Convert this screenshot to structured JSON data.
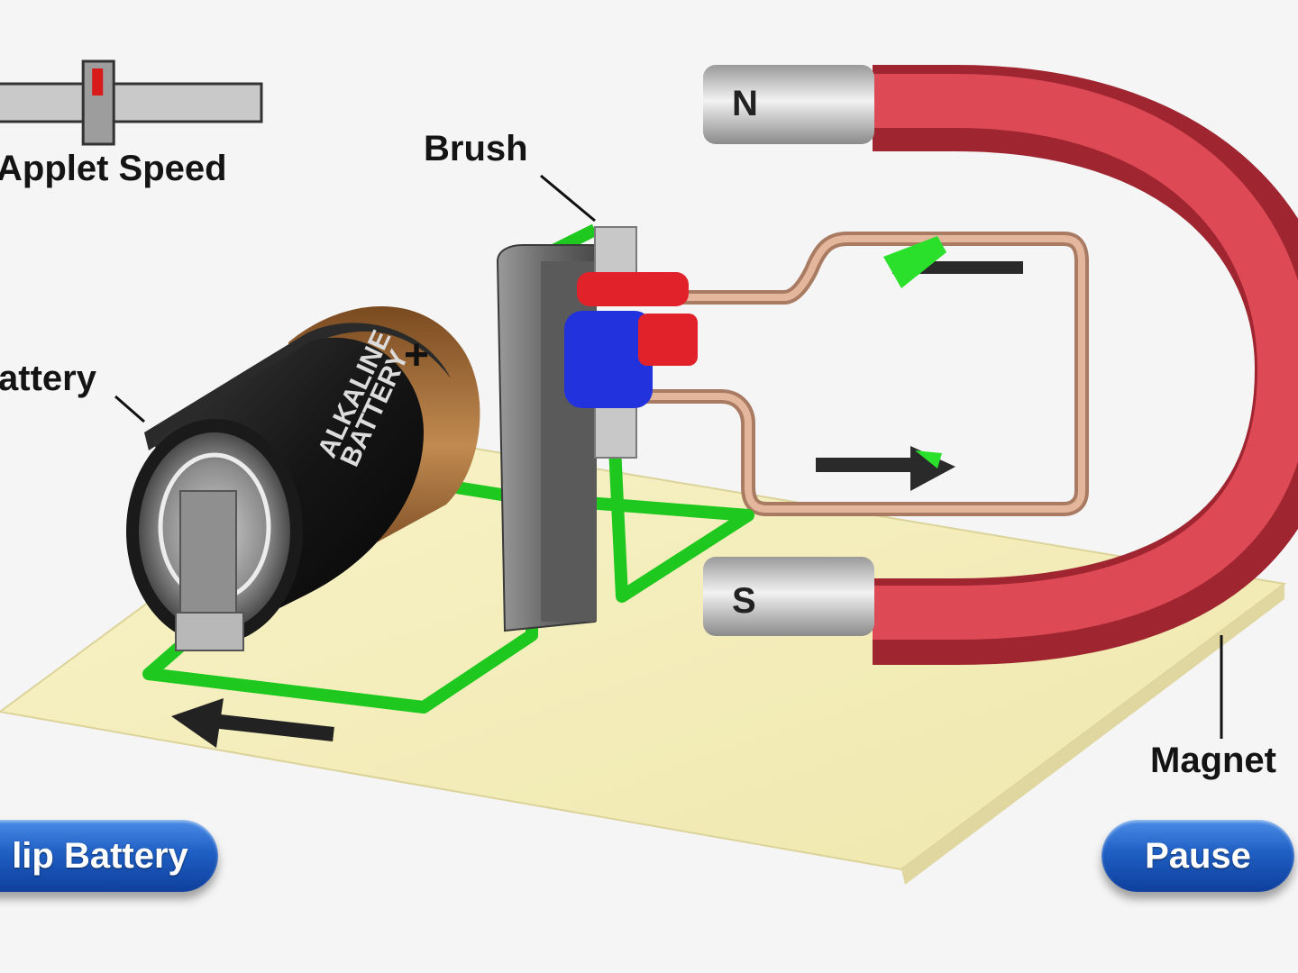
{
  "controls": {
    "speed_label": "Applet Speed",
    "speed_level": 0.37,
    "flip_button": "lip Battery",
    "pause_button": "Pause"
  },
  "labels": {
    "brush": "Brush",
    "battery": "attery",
    "magnet": "Magnet",
    "north_pole": "N",
    "south_pole": "S",
    "battery_text_line1": "ALKALINE",
    "battery_text_line2": "BATTERY",
    "battery_plus": "+"
  },
  "colors": {
    "wire": "#1ec81e",
    "magnet": "#cc3a45",
    "base": "#f6f0bd",
    "commutator_red": "#e2222a",
    "commutator_blue": "#2233dd",
    "coil": "#d9a489",
    "button": "#1f5fc4"
  }
}
